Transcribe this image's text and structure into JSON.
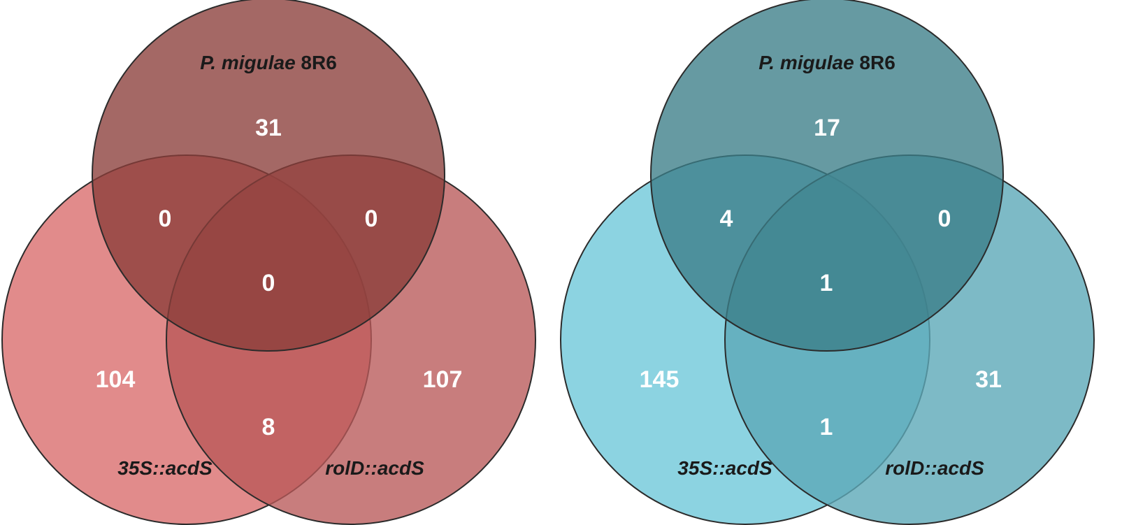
{
  "diagrams": [
    {
      "sets": {
        "top": {
          "label_italic": "P. migulae",
          "label_plain": " 8R6"
        },
        "left": {
          "label_italic": "35S::acdS",
          "label_plain": ""
        },
        "right": {
          "label_italic": "rolD::acdS",
          "label_plain": ""
        }
      },
      "counts": {
        "top_only": "31",
        "left_only": "104",
        "right_only": "107",
        "top_left": "0",
        "top_right": "0",
        "left_right": "8",
        "all_three": "0"
      },
      "colors": {
        "top": "#8b3d3a",
        "left": "#d86a6a",
        "right": "#b95858"
      }
    },
    {
      "sets": {
        "top": {
          "label_italic": "P. migulae",
          "label_plain": " 8R6"
        },
        "left": {
          "label_italic": "35S::acdS",
          "label_plain": ""
        },
        "right": {
          "label_italic": "rolD::acdS",
          "label_plain": ""
        }
      },
      "counts": {
        "top_only": "17",
        "left_only": "145",
        "right_only": "31",
        "top_left": "4",
        "top_right": "0",
        "left_right": "1",
        "all_three": "1"
      },
      "colors": {
        "top": "#3b7d88",
        "left": "#73c9da",
        "right": "#5ca9b8"
      }
    }
  ]
}
